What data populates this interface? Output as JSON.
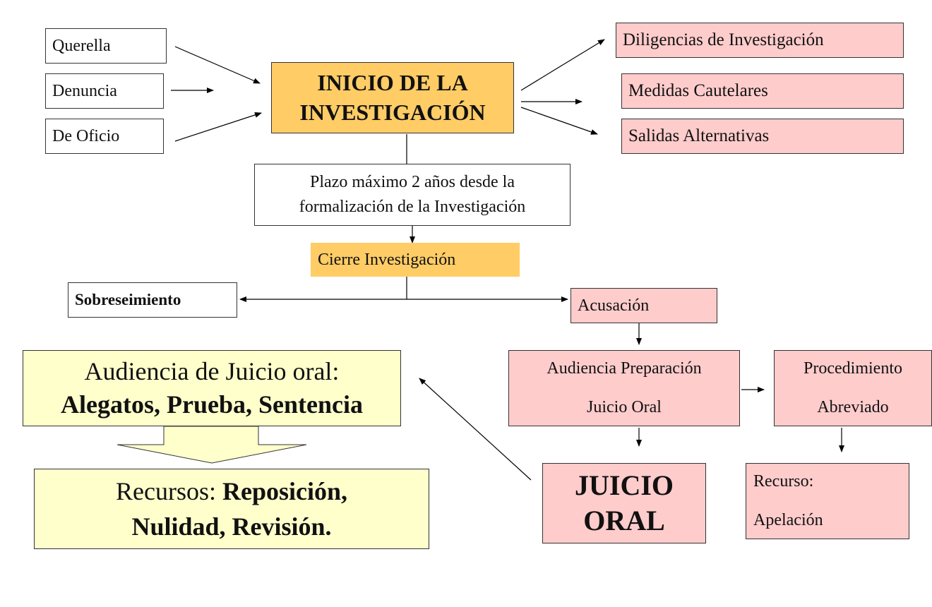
{
  "inputs": {
    "querella": "Querella",
    "denuncia": "Denuncia",
    "oficio": "De Oficio"
  },
  "inicio": {
    "line1": "INICIO DE LA",
    "line2": "INVESTIGACIÓN"
  },
  "outputs": {
    "diligencias": "Diligencias de Investigación",
    "medidas": "Medidas Cautelares",
    "salidas": "Salidas Alternativas"
  },
  "plazo": {
    "line1": "Plazo máximo 2 años desde la",
    "line2": "formalización de la Investigación"
  },
  "cierre": "Cierre Investigación",
  "sobreseimiento": "Sobreseimiento",
  "acusacion": "Acusación",
  "audiencia_prep": {
    "line1": "Audiencia Preparación",
    "line2": "Juicio Oral"
  },
  "procedimiento": {
    "line1": "Procedimiento",
    "line2": "Abreviado"
  },
  "juicio_oral": {
    "line1": "JUICIO",
    "line2": "ORAL"
  },
  "recurso_apelacion": {
    "line1": "Recurso:",
    "line2": "Apelación"
  },
  "audiencia_juicio": {
    "line1": "Audiencia de Juicio oral:",
    "line2": "Alegatos, Prueba, Sentencia"
  },
  "recursos": {
    "prefix": "Recursos: ",
    "line1_bold": "Reposición,",
    "line2": "Nulidad, Revisión."
  },
  "colors": {
    "orange": "#ffcc66",
    "pink": "#ffcccc",
    "yellow": "#ffffcc",
    "white": "#ffffff"
  }
}
